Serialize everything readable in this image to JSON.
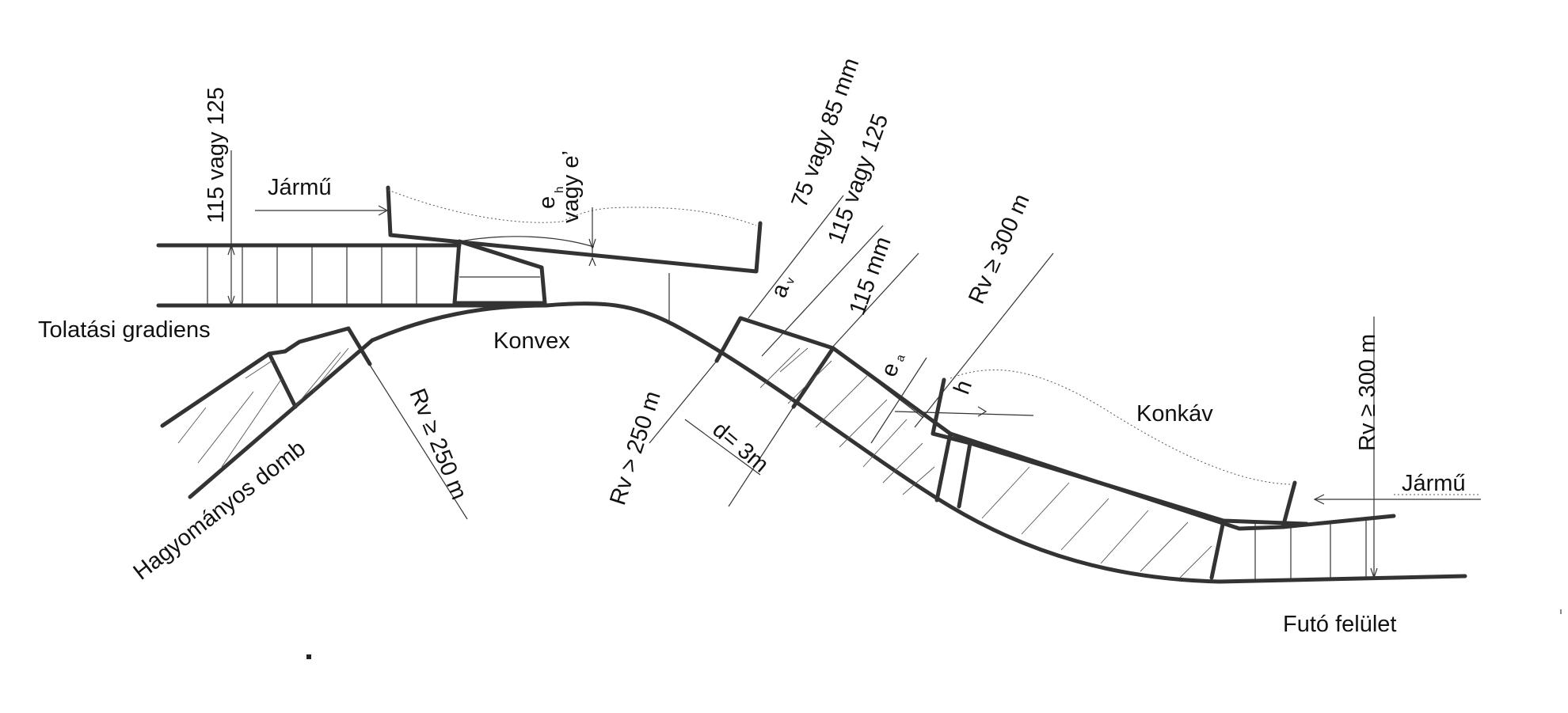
{
  "labels": {
    "tolatasi": "Tolatási gradiens",
    "konvex": "Konvex",
    "hagyomanyos": "Hagyományos domb",
    "rv250_left": "Rv ≥ 250 m",
    "jarmu_left": "Jármű",
    "dim_115_125_left": "115 vagy 125",
    "e_h": "e",
    "e_h_sub": "h",
    "vagy_e": "vagy e’",
    "dim_75_85": "75 vagy 85 mm",
    "dim_115_125_mid": "115 vagy 125",
    "a_v": "a",
    "a_v_sub": "v",
    "dim_115_mm": "115  mm",
    "rv300_mid": "Rv ≥ 300 m",
    "rv250_mid": "Rv > 250 m",
    "d_3m": "d= 3m",
    "e_a": "e",
    "e_a_sub": "a",
    "h": "h",
    "konkav": "Konkáv",
    "rv300_right": "Rv ≥ 300 m",
    "jarmu_right": "Jármű",
    "futo": "Futó felület"
  },
  "colors": {
    "line": "#333333",
    "hatch": "#555555",
    "text": "#111111",
    "background": "#ffffff"
  }
}
